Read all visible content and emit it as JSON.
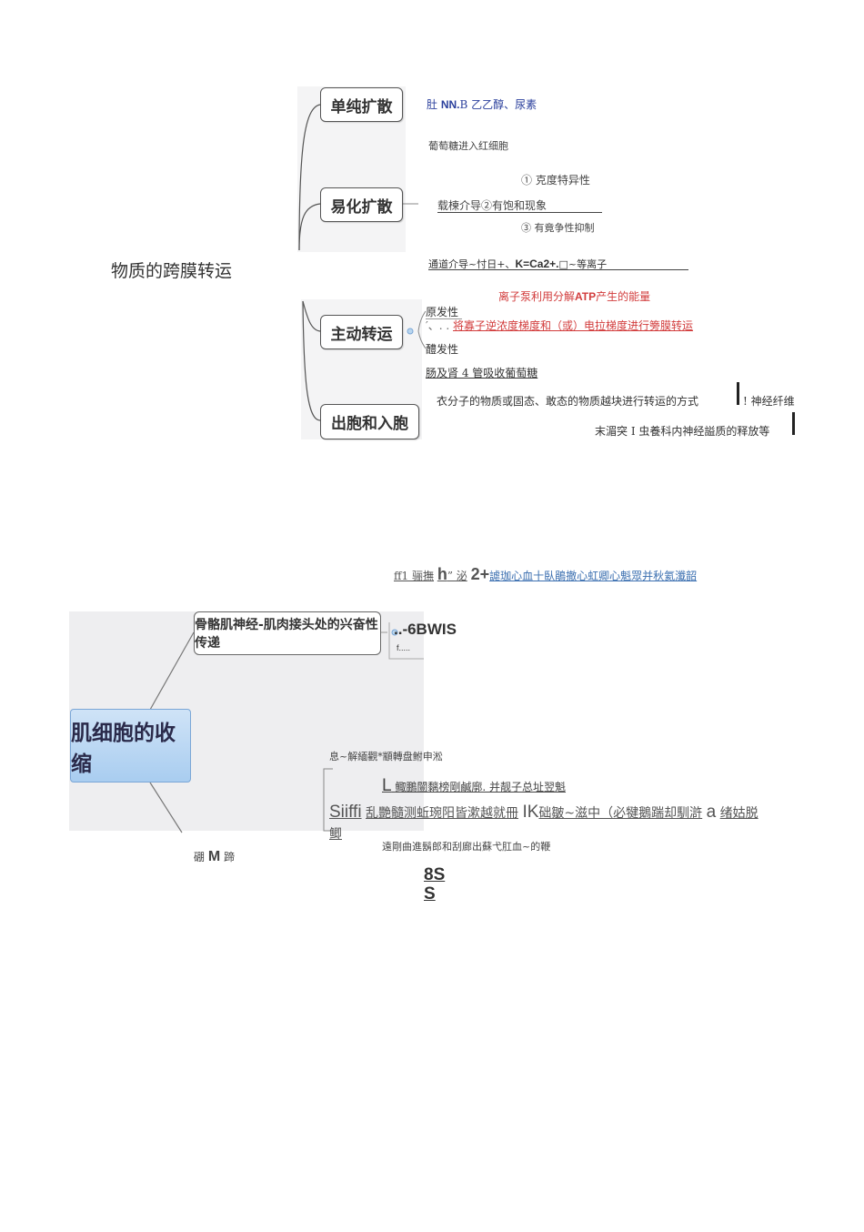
{
  "top": {
    "root": "物质的跨膜转运",
    "nodes": {
      "simple": "单纯扩散",
      "facilitated": "易化扩散",
      "active": "主动转运",
      "endo_exo": "出胞和入胞"
    },
    "simple_note_prefix": "肚",
    "simple_note_nn": "NN.",
    "simple_note_rest": "B 乙乙醇、尿素",
    "glucose_rbc": "葡萄糖进入红细胞",
    "carrier_1": "① 克度特异性",
    "carrier_label": "载楝介导②有饱和现象",
    "carrier_3": "③ 有竟争性抑制",
    "channel_prefix": "通道介导~忖日+、",
    "channel_ions": "K=Ca2+.",
    "channel_suffix": "□~等离子",
    "pump_energy_prefix": "离子泵利用分解",
    "pump_energy_atp": "ATP",
    "pump_energy_suffix": "产生的能量",
    "primary": "原发性",
    "gradient_prefix": "′、. .",
    "gradient_text": "将寡子逆浓度梯度和（或）电拉梯度进行篣膜转运",
    "secondary": "醴发性",
    "intestine": "肠及肾 4 管吸收葡萄糖",
    "exo_text": "衣分子的物质或固态、敢态的物质越块进行转运的方式",
    "exo_suffix": "! 神经纤维",
    "exo_text2": "末湄突 I 虫養科内神经謚质的释放等"
  },
  "bottom": {
    "header_prefix": "ff1  骊撫",
    "header_h": "h",
    "header_mid": "”  泌",
    "header_2plus": "2+",
    "header_rest": "謔珈心血十臥鵑撤心虹卿心魁眾并秋氦瀸韶",
    "root": "肌细胞的收缩",
    "sub1": "骨骼肌神经-肌肉接头处的兴奋性传递",
    "sub1_note": "..-6BWIS",
    "sub1_note2": "f.....",
    "line1": "息~解緬觀*顓轉盘鲋申淞",
    "line2_L": "L",
    "line2": "鲰鵬闓黐榜剛鹹廓. 并靓子总址翌魁",
    "line3_Siiffi": "Siiffi",
    "line3_a": "乱艷髓测蚯琬阳皆漱越就冊",
    "line3_IK": "IK",
    "line3_b": "础皺~滋中（必犍鵝踹却馴滸",
    "line3_a2": "a",
    "line3_c": "绪姑脱",
    "line3_end": "鲫",
    "line4": "遠剛曲進鬍郎和刮廊出蘇弋肛血~的鞭",
    "footer_prefix": "硼",
    "footer_M": "M",
    "footer_suffix": "蹄",
    "bottom_8S": "8S",
    "bottom_S": "S"
  }
}
